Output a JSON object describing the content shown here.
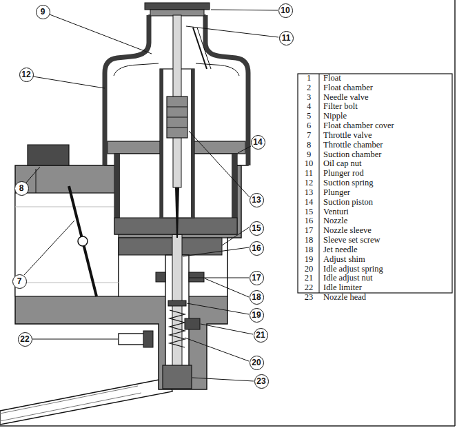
{
  "diagram": {
    "labels": [
      "10",
      "9",
      "11",
      "12",
      "13",
      "14",
      "8",
      "7",
      "15",
      "16",
      "17",
      "18",
      "19",
      "21",
      "20",
      "22",
      "23",
      "1",
      "Float",
      "2",
      "Float chamber",
      "3",
      "Needle valve",
      "4",
      "Filter bolt",
      "5",
      "Nipple",
      "6",
      "Float chamber cover",
      "7",
      "Throttle valve",
      "8",
      "Throttle chamber",
      "9",
      "Suction chamber",
      "10",
      "Oil cap nut",
      "11",
      "Plunger rod",
      "12",
      "Suction spring",
      "13",
      "Plunger",
      "14",
      "Suction piston",
      "15",
      "Venturi",
      "16",
      "Nozzle",
      "17",
      "Nozzle sleeve",
      "18",
      "Sleeve set screw",
      "18",
      "Jet needle",
      "19",
      "Adjust shim",
      "20",
      "Idle adjust spring",
      "21",
      "Idle adjust nut",
      "22",
      "Idle limiter",
      "23",
      "Nozzle head"
    ]
  }
}
